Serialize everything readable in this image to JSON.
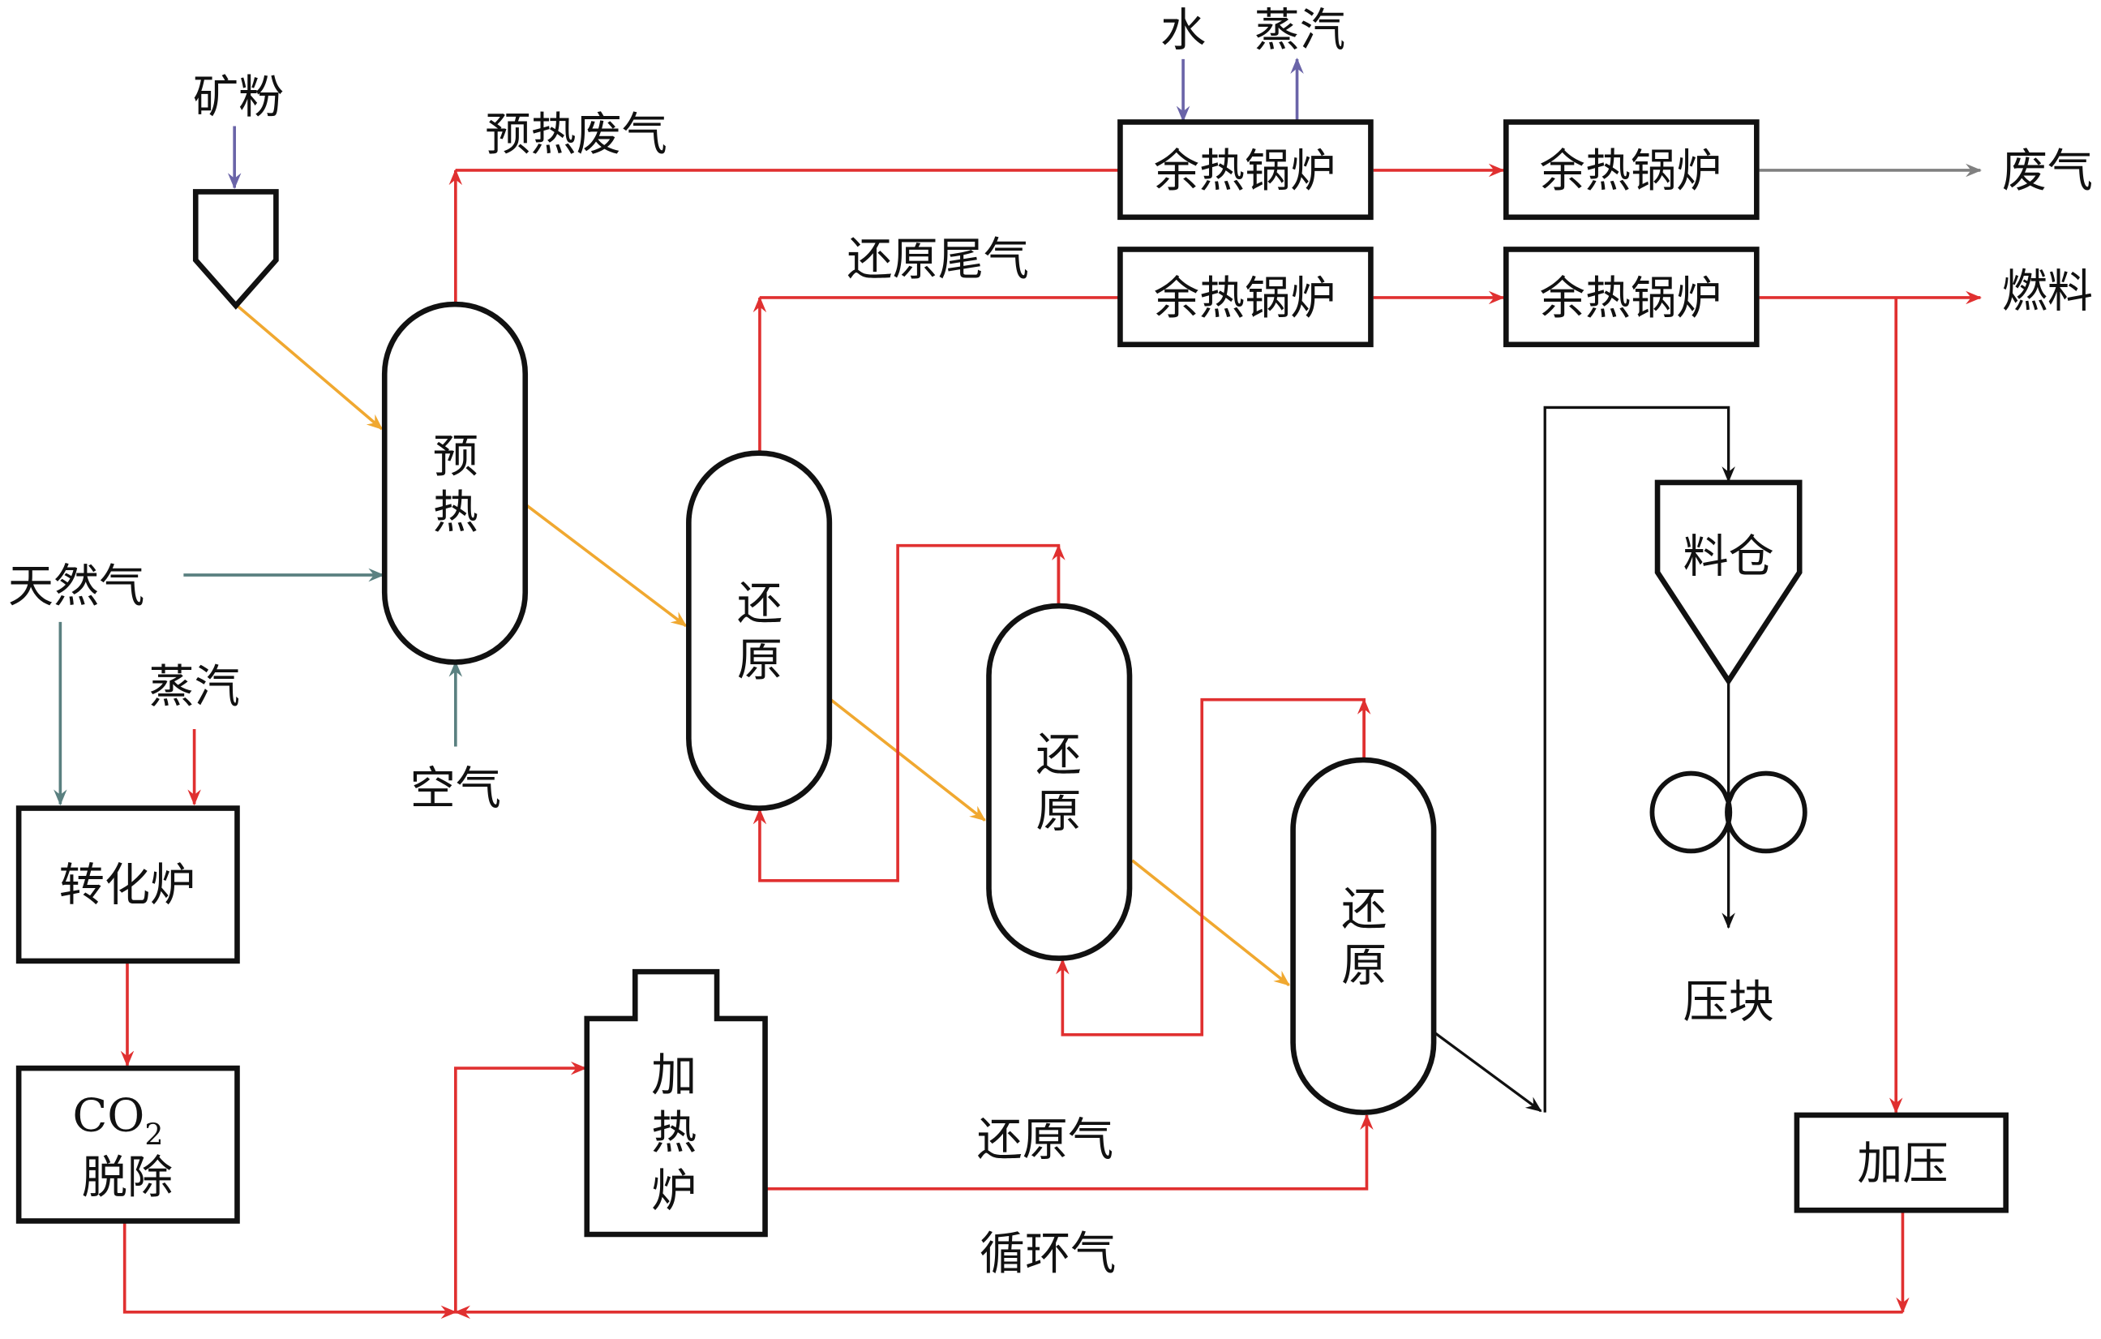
{
  "colors": {
    "gas_flow": "#e03030",
    "solid_flow": "#f0a830",
    "water_steam": "#6a64a8",
    "natural_gas_air": "#5a8080",
    "exhaust": "#808080",
    "product": "#111111"
  },
  "labels": {
    "ore_powder": "矿粉",
    "preheat_exhaust": "预热废气",
    "reduction_tail_gas": "还原尾气",
    "water": "水",
    "steam_top": "蒸汽",
    "exhaust_out": "废气",
    "fuel_out": "燃料",
    "natural_gas": "天然气",
    "steam_left": "蒸汽",
    "air": "空气",
    "reducing_gas": "还原气",
    "recycle_gas": "循环气",
    "briquette": "压块"
  },
  "units": {
    "preheater": [
      "预",
      "热"
    ],
    "reducer1": [
      "还",
      "原"
    ],
    "reducer2": [
      "还",
      "原"
    ],
    "reducer3": [
      "还",
      "原"
    ],
    "boiler_1a": "余热锅炉",
    "boiler_1b": "余热锅炉",
    "boiler_2a": "余热锅炉",
    "boiler_2b": "余热锅炉",
    "reformer": "转化炉",
    "co2_removal_line1": "CO",
    "co2_removal_sub": "2",
    "co2_removal_line2": "脱除",
    "heater": [
      "加",
      "热",
      "炉"
    ],
    "bin": "料仓",
    "compressor": "加压"
  }
}
